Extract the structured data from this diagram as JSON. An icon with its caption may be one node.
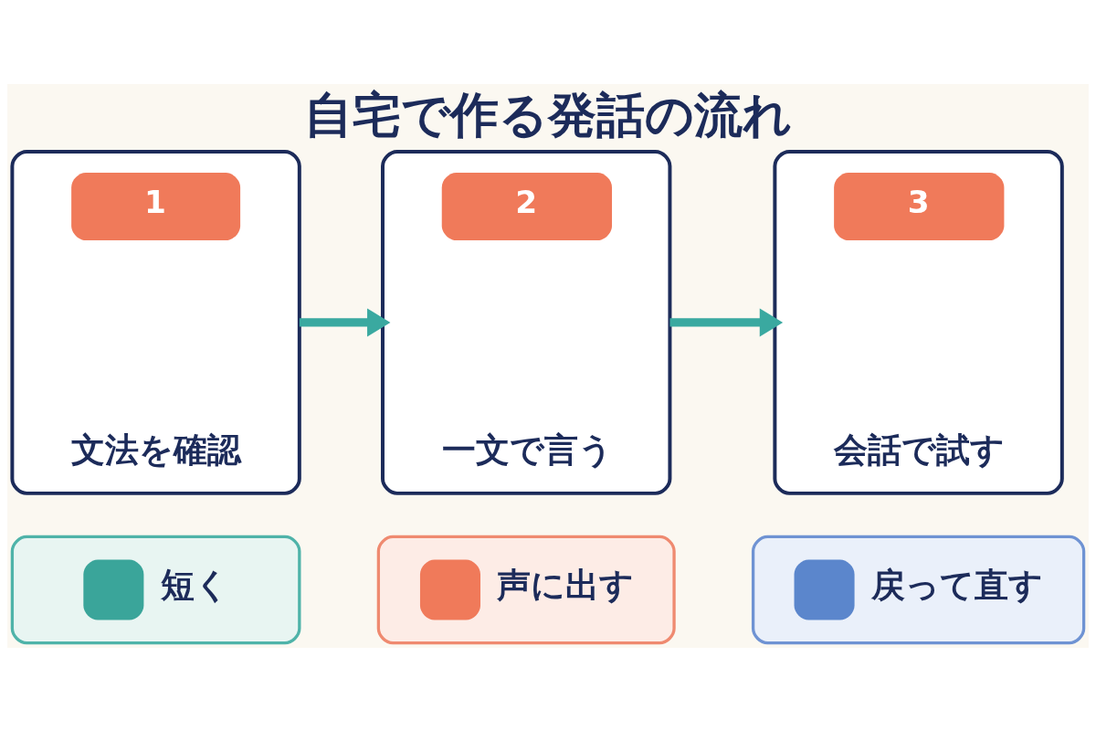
{
  "diagram": {
    "title": "自宅で作る発話の流れ",
    "nodes": [
      {
        "text": [
          "1",
          "文法を確認"
        ]
      },
      {
        "text": [
          "2",
          "一文で言う"
        ]
      },
      {
        "text": [
          "3",
          "会話で試す"
        ]
      },
      {
        "text": [
          "短く"
        ]
      },
      {
        "text": [
          "声に出す"
        ]
      },
      {
        "text": [
          "戻って直す"
        ]
      }
    ],
    "edges": [
      {
        "from": 0,
        "to": 1,
        "arrow": "to"
      },
      {
        "from": 1,
        "to": 2,
        "arrow": "to"
      }
    ]
  }
}
